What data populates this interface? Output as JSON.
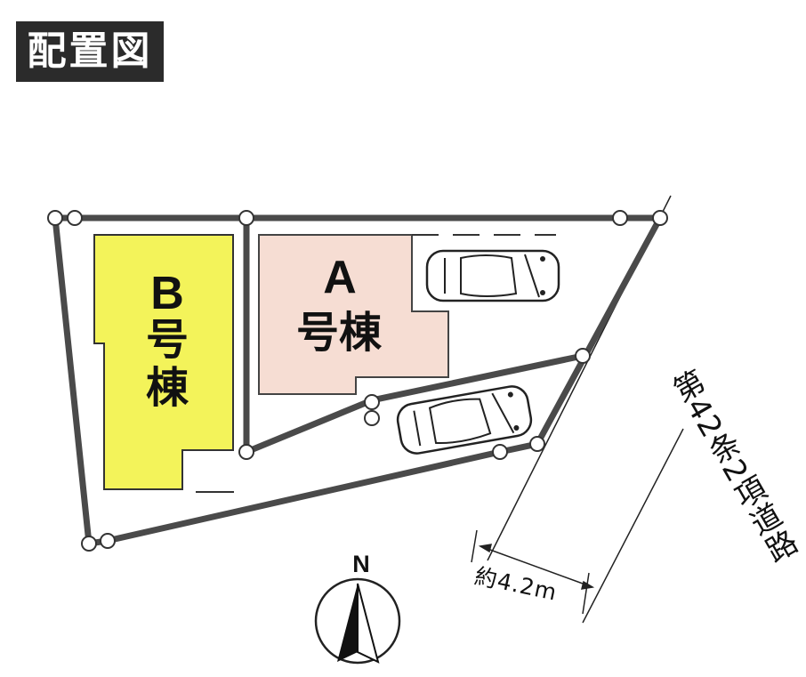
{
  "title": "配置図",
  "buildings": {
    "a": {
      "letter": "A",
      "label_line1": "号",
      "label_line2": "棟",
      "color": "#f6ddd3"
    },
    "b": {
      "letter": "B",
      "label_line1": "号",
      "label_line2": "棟",
      "color": "#f3f35a"
    }
  },
  "road": {
    "label": "第42条2項道路",
    "width_label": "約4.2m"
  },
  "compass": {
    "label": "N"
  },
  "colors": {
    "boundary": "#4a4a4a",
    "title_bg": "#2b2b2b",
    "ink": "#111111"
  }
}
